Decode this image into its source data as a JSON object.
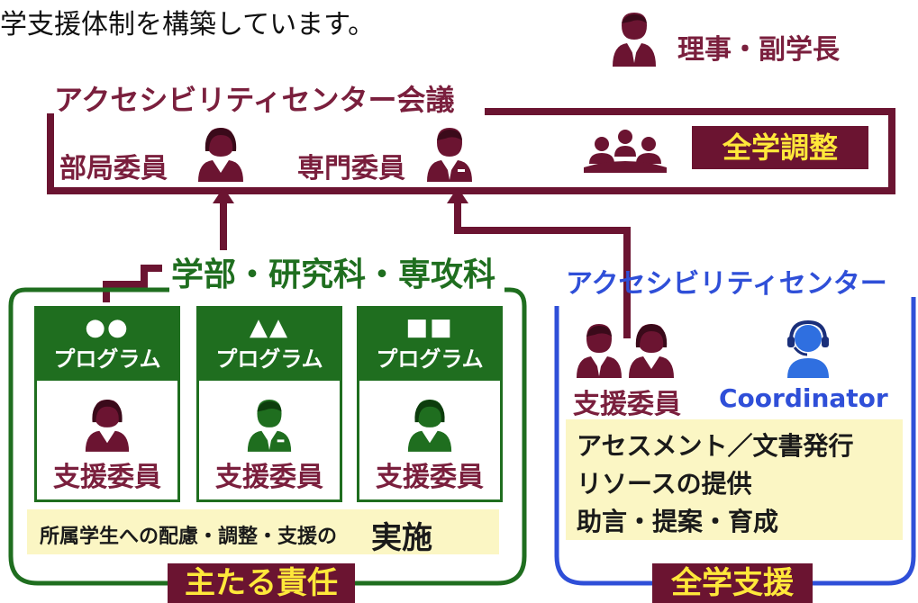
{
  "intro_text": "学支援体制を構築しています。",
  "leadership": {
    "label": "理事・副学長",
    "icon": "person-suit-icon"
  },
  "council": {
    "title": "アクセシビリティセンター会議",
    "dept_member_label": "部局委員",
    "expert_member_label": "専門委員",
    "coordination_label": "全学調整",
    "meeting_icon": "meeting-group-icon"
  },
  "faculties": {
    "title": "学部・研究科・専攻科",
    "programs": [
      {
        "symbol": "●●",
        "label": "プログラム",
        "role": "支援委員",
        "icon": "person-woman-icon"
      },
      {
        "symbol": "▲▲",
        "label": "プログラム",
        "role": "支援委員",
        "icon": "person-man-icon"
      },
      {
        "symbol": "■■",
        "label": "プログラム",
        "role": "支援委員",
        "icon": "person-woman-icon"
      }
    ],
    "implementation_text": "所属学生への配慮・調整・支援の",
    "implementation_emphasis": "実施",
    "footer_label": "主たる責任"
  },
  "center": {
    "title": "アクセシビリティセンター",
    "member_label": "支援委員",
    "coordinator_label": "Coordinator",
    "coordinator_icon": "headset-person-icon",
    "services": [
      "アセスメント／文書発行",
      "リソースの提供",
      "助言・提案・育成"
    ],
    "footer_label": "全学支援"
  },
  "colors": {
    "maroon": "#7a1f3d",
    "green": "#1f6e1f",
    "blue": "#2f4fd8",
    "yellow": "#ffe83a",
    "cream": "#fbf6c4"
  }
}
